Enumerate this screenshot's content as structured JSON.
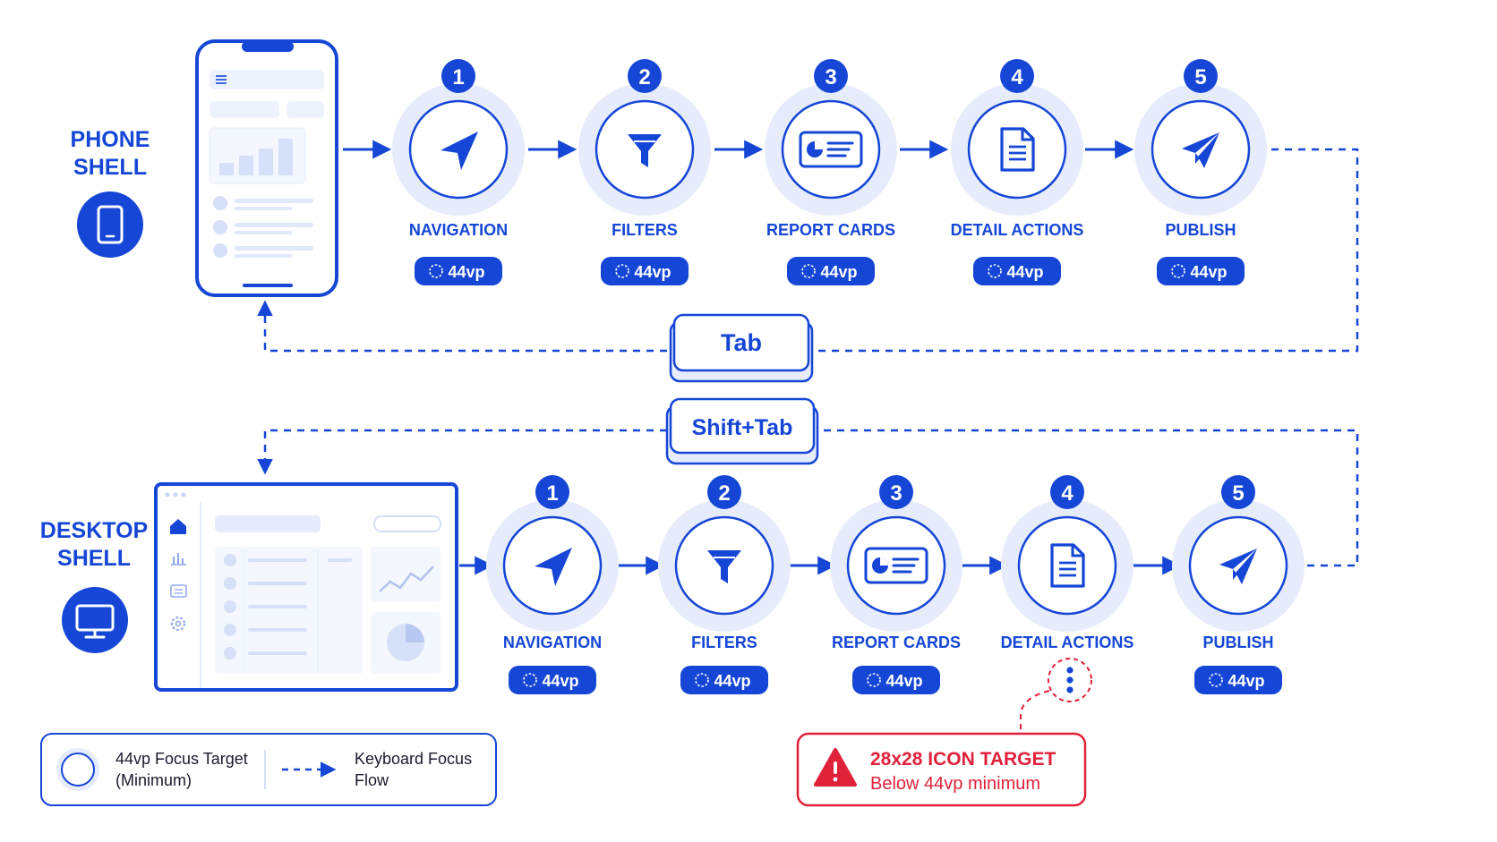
{
  "colors": {
    "primary": "#1546D6",
    "halo": "#E6ECFB",
    "light": "#C9D5F5",
    "warning": "#E0213A",
    "background": "#FFFFFF"
  },
  "phone_row": {
    "label_line1": "PHONE",
    "label_line2": "SHELL",
    "icon": "smartphone-icon",
    "steps": [
      {
        "number": "1",
        "label": "NAVIGATION",
        "badge": "44vp",
        "icon": "navigation-arrow-icon"
      },
      {
        "number": "2",
        "label": "FILTERS",
        "badge": "44vp",
        "icon": "filter-funnel-icon"
      },
      {
        "number": "3",
        "label": "REPORT CARDS",
        "badge": "44vp",
        "icon": "report-card-icon"
      },
      {
        "number": "4",
        "label": "DETAIL ACTIONS",
        "badge": "44vp",
        "icon": "document-icon"
      },
      {
        "number": "5",
        "label": "PUBLISH",
        "badge": "44vp",
        "icon": "paper-plane-icon"
      }
    ]
  },
  "desktop_row": {
    "label_line1": "DESKTOP",
    "label_line2": "SHELL",
    "icon": "monitor-icon",
    "steps": [
      {
        "number": "1",
        "label": "NAVIGATION",
        "badge": "44vp",
        "icon": "navigation-arrow-icon"
      },
      {
        "number": "2",
        "label": "FILTERS",
        "badge": "44vp",
        "icon": "filter-funnel-icon"
      },
      {
        "number": "3",
        "label": "REPORT CARDS",
        "badge": "44vp",
        "icon": "report-card-icon"
      },
      {
        "number": "4",
        "label": "DETAIL ACTIONS",
        "badge": "",
        "icon": "document-icon"
      },
      {
        "number": "5",
        "label": "PUBLISH",
        "badge": "44vp",
        "icon": "paper-plane-icon"
      }
    ]
  },
  "keys": {
    "tab": "Tab",
    "shift_tab": "Shift+Tab"
  },
  "legend": {
    "focus_target_line1": "44vp Focus Target",
    "focus_target_line2": "(Minimum)",
    "flow_line1": "Keyboard Focus",
    "flow_line2": "Flow"
  },
  "warning": {
    "title": "28x28 ICON TARGET",
    "subtitle": "Below 44vp minimum",
    "icon": "warning-triangle-icon",
    "kebab_icon": "kebab-menu-icon"
  }
}
